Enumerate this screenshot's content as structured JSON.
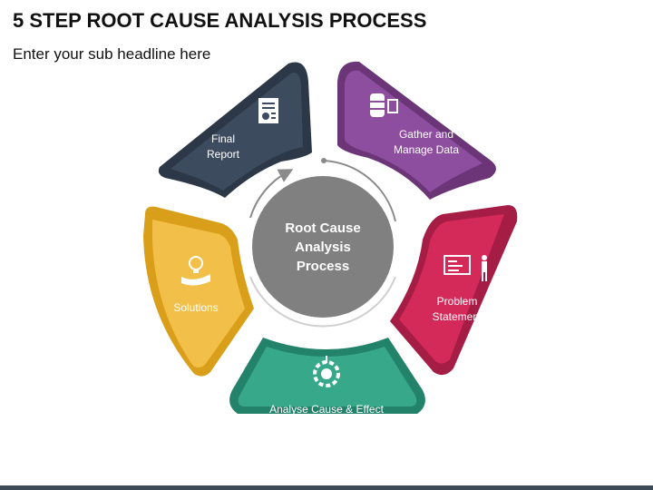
{
  "header": {
    "title": "5 STEP ROOT CAUSE ANALYSIS PROCESS",
    "subtitle": "Enter your sub headline here"
  },
  "center": {
    "lines": [
      "Root Cause",
      "Analysis",
      "Process"
    ],
    "color": "#808080"
  },
  "steps": [
    {
      "lines": [
        "Final",
        "Report"
      ],
      "color": "#3d4b5e",
      "dark": "#2c3847",
      "icon": "report-icon"
    },
    {
      "lines": [
        "Gather and",
        "Manage Data"
      ],
      "color": "#8e4ea0",
      "dark": "#6b3578",
      "icon": "database-icon"
    },
    {
      "lines": [
        "Problem",
        "Statement"
      ],
      "color": "#d32a5a",
      "dark": "#a51c44",
      "icon": "presentation-icon"
    },
    {
      "lines": [
        "Analyse Cause & Effect"
      ],
      "color": "#37a98a",
      "dark": "#23826a",
      "icon": "gear-idea-icon"
    },
    {
      "lines": [
        "Solutions"
      ],
      "color": "#f2bf48",
      "dark": "#d99f1a",
      "icon": "lightbulb-hand-icon"
    }
  ]
}
